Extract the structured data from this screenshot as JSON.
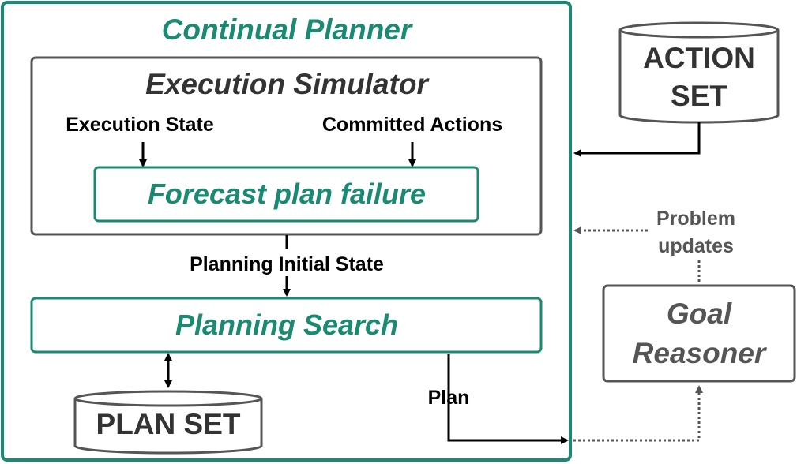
{
  "colors": {
    "teal": "#1a8a72",
    "gray": "#555555",
    "dark_text": "#333333",
    "black": "#000000",
    "background": "#ffffff"
  },
  "continual_planner": {
    "title": "Continual Planner"
  },
  "execution_simulator": {
    "title": "Execution Simulator",
    "input_execution_state": "Execution State",
    "input_committed_actions": "Committed Actions",
    "forecast": "Forecast plan failure"
  },
  "planning_initial_state": "Planning Initial State",
  "planning_search": {
    "title": "Planning Search"
  },
  "plan_set": {
    "label": "PLAN SET"
  },
  "plan_arrow_label": "Plan",
  "action_set": {
    "line1": "ACTION",
    "line2": "SET"
  },
  "problem_updates": {
    "line1": "Problem",
    "line2": "updates"
  },
  "goal_reasoner": {
    "line1": "Goal",
    "line2": "Reasoner"
  }
}
